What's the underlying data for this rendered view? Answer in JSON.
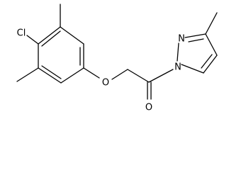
{
  "molecule": {
    "atoms": {
      "cl": "Cl",
      "o_ether": "O",
      "o_carbonyl": "O",
      "n_ring": "N",
      "n_pyrazole": "N"
    }
  }
}
